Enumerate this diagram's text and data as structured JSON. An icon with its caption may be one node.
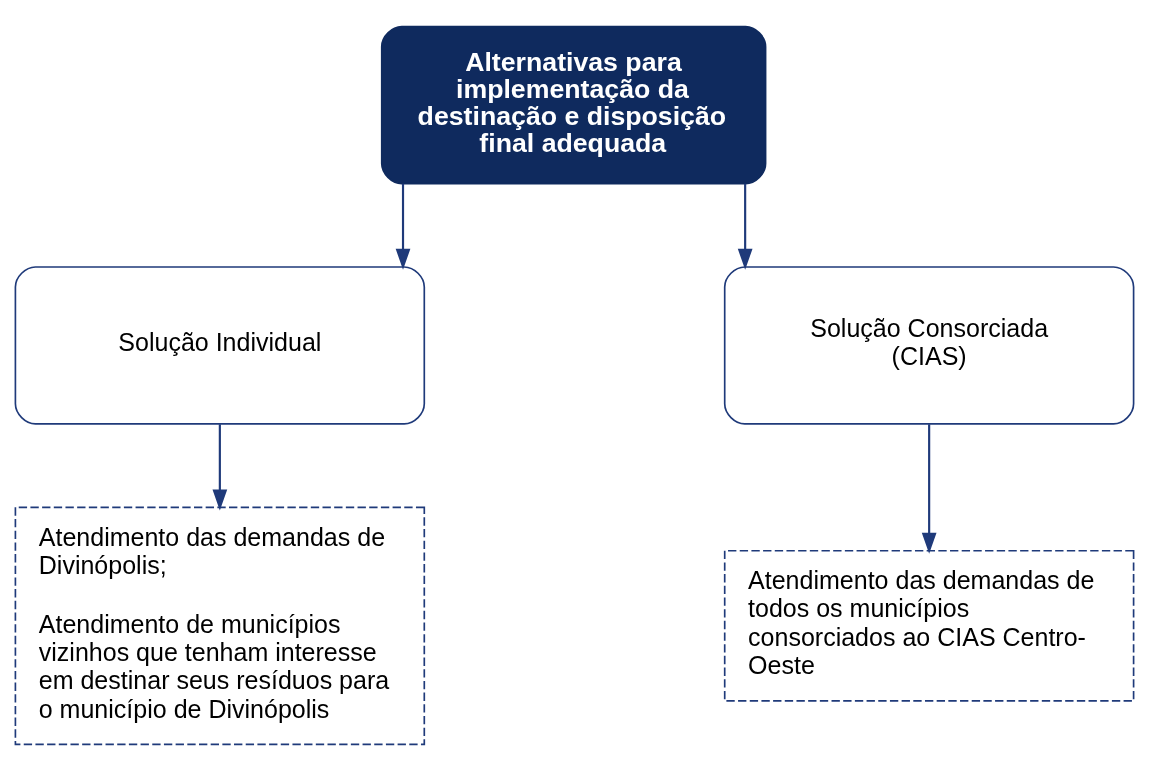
{
  "diagram": {
    "nodes": [
      {
        "text": [
          "Alternativas para implementação da destinação e disposição final adequada"
        ]
      },
      {
        "text": [
          "Solução Individual"
        ]
      },
      {
        "text": [
          "Solução Consorciada (CIAS)"
        ]
      },
      {
        "text": [
          "Atendimento das demandas de Divinópolis;",
          "Atendimento de municípios vizinhos que tenham interesse em destinar seus resíduos para o município de Divinópolis"
        ]
      },
      {
        "text": [
          "Atendimento das demandas de todos os municípios consorciados ao CIAS Centro-Oeste"
        ]
      }
    ],
    "edges": [
      {
        "from": 0,
        "to": 1,
        "arrow": "to"
      },
      {
        "from": 0,
        "to": 2,
        "arrow": "to"
      },
      {
        "from": 1,
        "to": 3,
        "arrow": "to"
      },
      {
        "from": 2,
        "to": 4,
        "arrow": "to"
      }
    ]
  }
}
